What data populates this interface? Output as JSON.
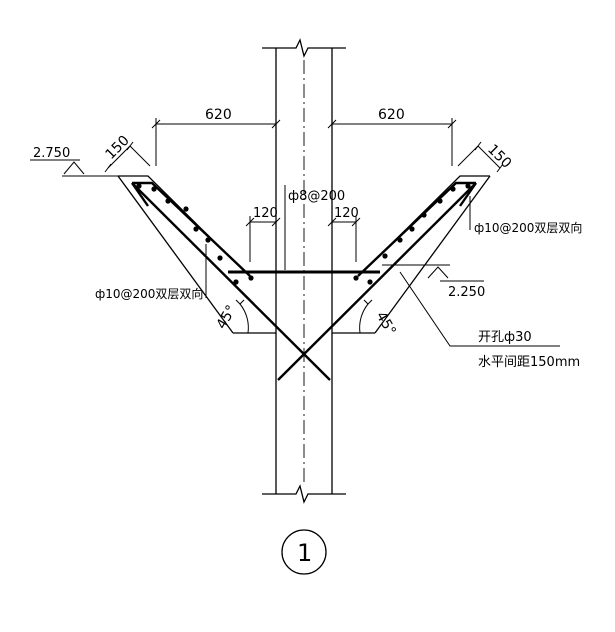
{
  "dimensions": {
    "left_620": "620",
    "right_620": "620",
    "left_150": "150",
    "right_150": "150",
    "left_120": "120",
    "right_120": "120"
  },
  "elevations": {
    "top_left": "2.750",
    "lower_right": "2.250"
  },
  "rebar_labels": {
    "center": "ф8@200",
    "left": "ф10@200双层双向",
    "right": "ф10@200双层双向"
  },
  "angles": {
    "left": "45°",
    "right": "45°"
  },
  "hole_note": {
    "line1": "开孔ф30",
    "line2": "水平间距150mm"
  },
  "detail_number": "1"
}
